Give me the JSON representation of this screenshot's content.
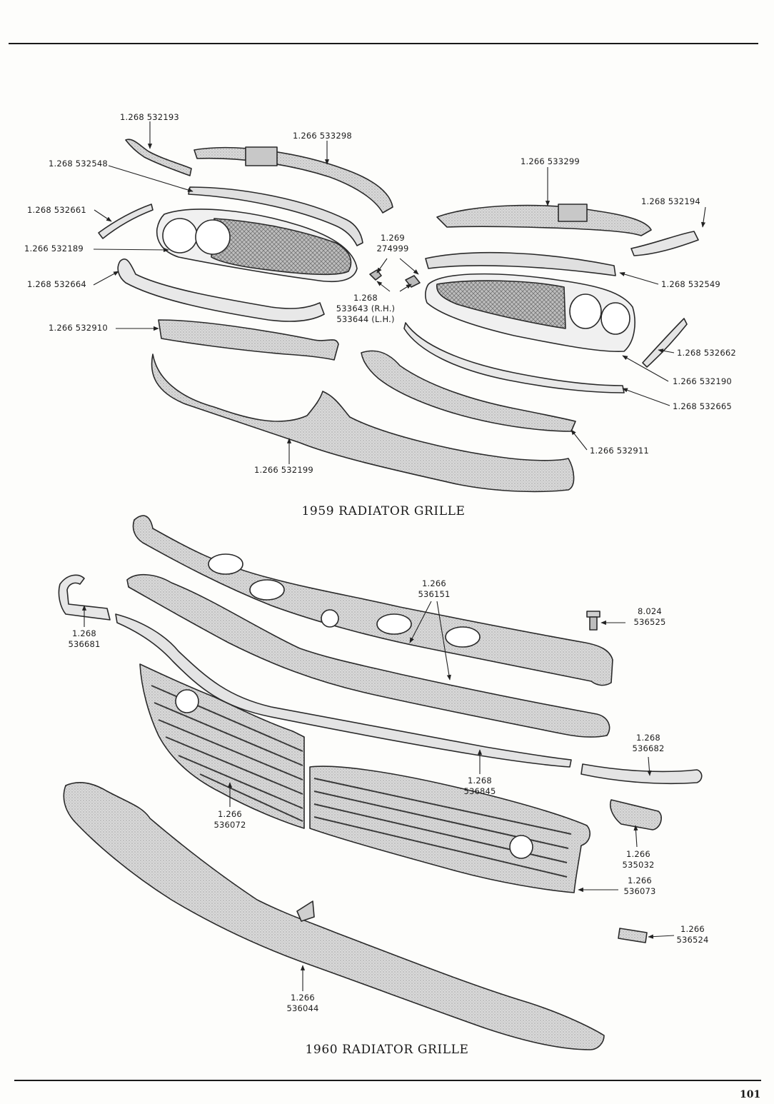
{
  "page_number": "101",
  "diagrams": [
    {
      "caption": "1959 RADIATOR GRILLE",
      "callouts": [
        {
          "id": "p532193",
          "lines": [
            "1.268 532193"
          ]
        },
        {
          "id": "p533298",
          "lines": [
            "1.266 533298"
          ]
        },
        {
          "id": "p532548",
          "lines": [
            "1.268 532548"
          ]
        },
        {
          "id": "p533299",
          "lines": [
            "1.266 533299"
          ]
        },
        {
          "id": "p532194",
          "lines": [
            "1.268 532194"
          ]
        },
        {
          "id": "p532661",
          "lines": [
            "1.268 532661"
          ]
        },
        {
          "id": "p274999",
          "lines": [
            "1.269",
            "274999"
          ]
        },
        {
          "id": "p532189",
          "lines": [
            "1.266 532189"
          ]
        },
        {
          "id": "p532664",
          "lines": [
            "1.268 532664"
          ]
        },
        {
          "id": "p533643",
          "lines": [
            "1.268",
            "533643 (R.H.)",
            "533644 (L.H.)"
          ]
        },
        {
          "id": "p532549",
          "lines": [
            "1.268 532549"
          ]
        },
        {
          "id": "p532910",
          "lines": [
            "1.266 532910"
          ]
        },
        {
          "id": "p532662",
          "lines": [
            "1.268 532662"
          ]
        },
        {
          "id": "p532190",
          "lines": [
            "1.266 532190"
          ]
        },
        {
          "id": "p532665",
          "lines": [
            "1.268 532665"
          ]
        },
        {
          "id": "p532911",
          "lines": [
            "1.266 532911"
          ]
        },
        {
          "id": "p532199",
          "lines": [
            "1.266 532199"
          ]
        }
      ]
    },
    {
      "caption": "1960 RADIATOR GRILLE",
      "callouts": [
        {
          "id": "p536151",
          "lines": [
            "1.266",
            "536151"
          ]
        },
        {
          "id": "p536525",
          "lines": [
            "8.024",
            "536525"
          ]
        },
        {
          "id": "p536681",
          "lines": [
            "1.268",
            "536681"
          ]
        },
        {
          "id": "p536682",
          "lines": [
            "1.268",
            "536682"
          ]
        },
        {
          "id": "p536845",
          "lines": [
            "1.268",
            "536845"
          ]
        },
        {
          "id": "p536072",
          "lines": [
            "1.266",
            "536072"
          ]
        },
        {
          "id": "p535032",
          "lines": [
            "1.266",
            "535032"
          ]
        },
        {
          "id": "p536073",
          "lines": [
            "1.266",
            "536073"
          ]
        },
        {
          "id": "p536524",
          "lines": [
            "1.266",
            "536524"
          ]
        },
        {
          "id": "p536044",
          "lines": [
            "1.266",
            "536044"
          ]
        }
      ]
    }
  ]
}
